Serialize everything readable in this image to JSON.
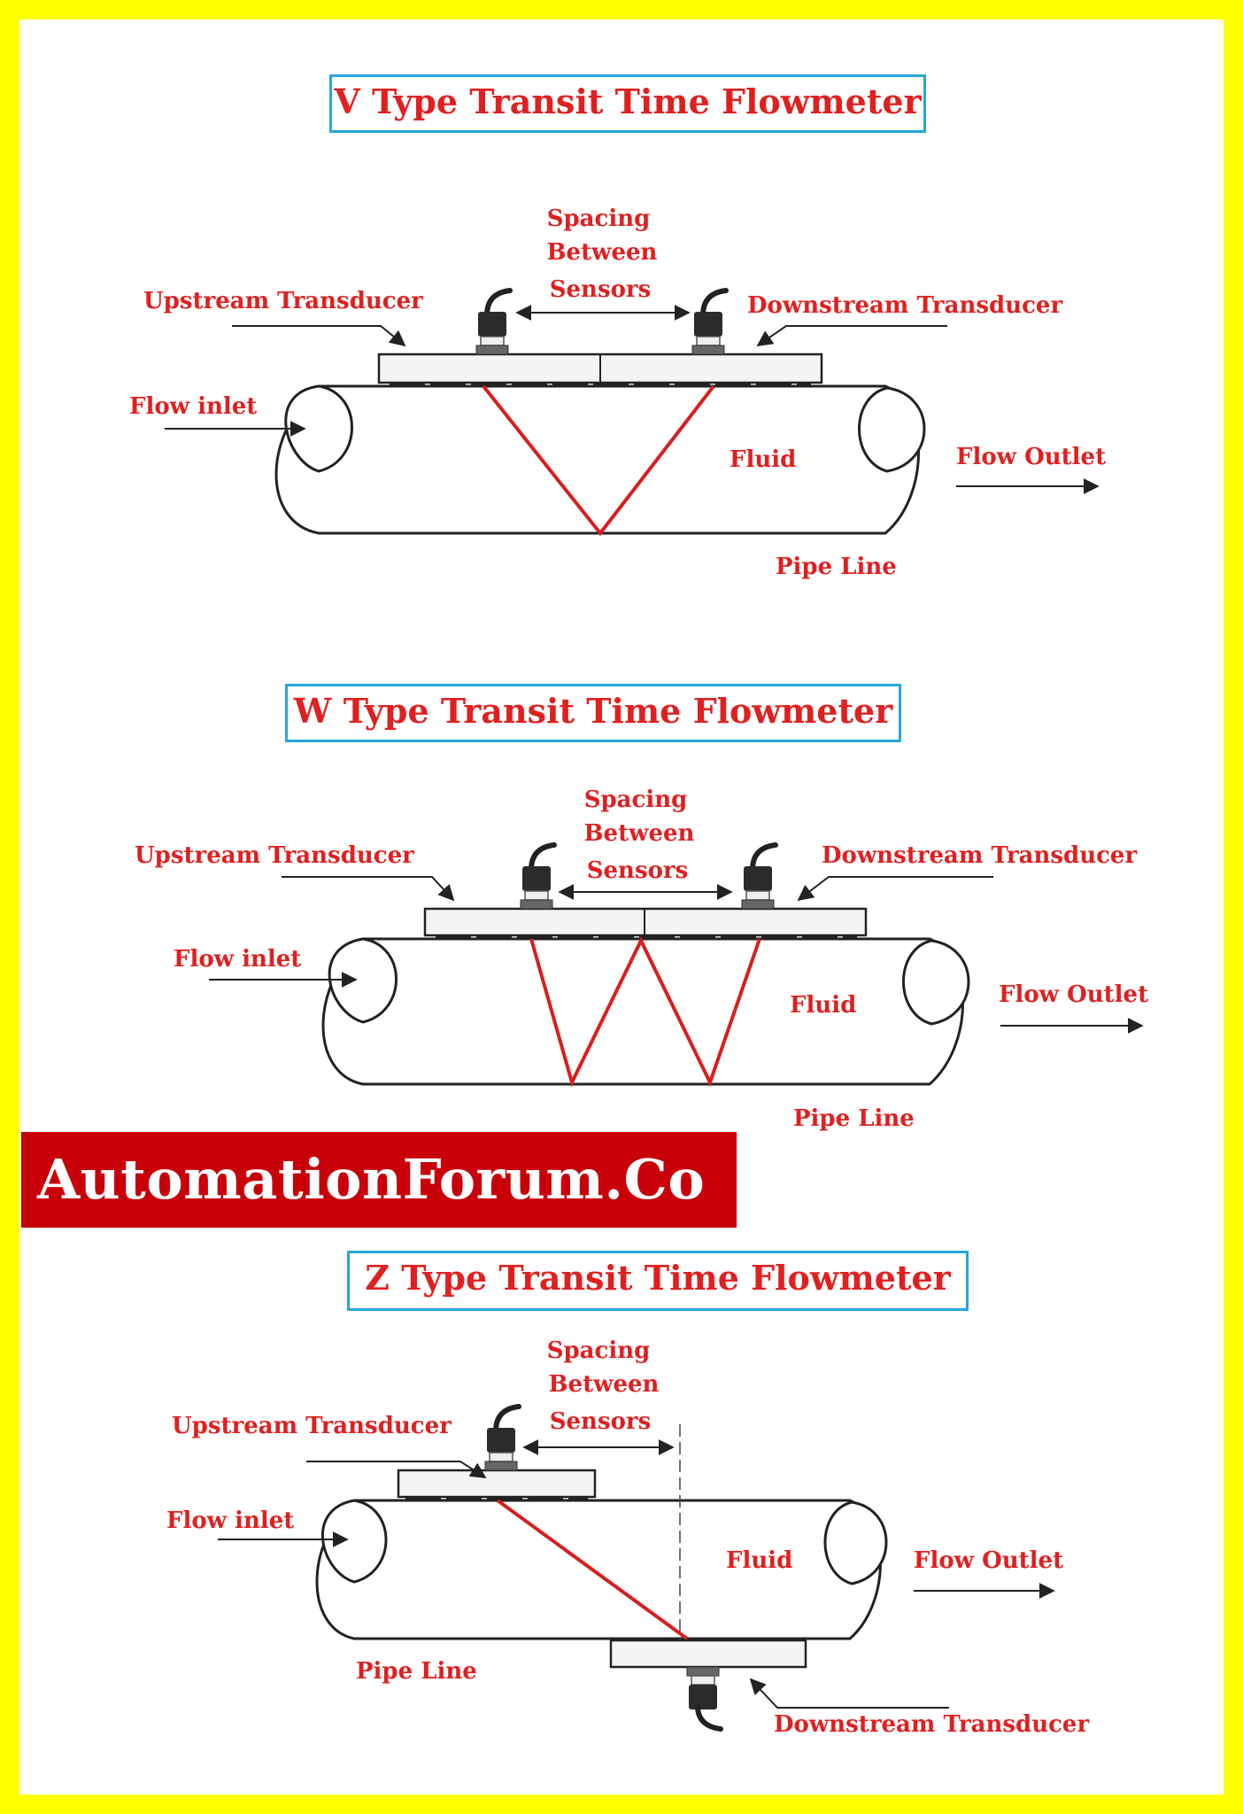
{
  "brand": {
    "text": "AutomationForum.Co"
  },
  "colors": {
    "frame": "#ffff00",
    "label_red": "#e02020",
    "title_border": "#2aa6d8",
    "brand_bg": "#c8000a",
    "beam": "#d81e1e",
    "outline": "#222222"
  },
  "v_type": {
    "title": "V Type Transit Time Flowmeter",
    "upstream": "Upstream Transducer",
    "downstream": "Downstream Transducer",
    "spacing": [
      "Spacing",
      "Between",
      "Sensors"
    ],
    "inlet": "Flow inlet",
    "outlet": "Flow Outlet",
    "fluid": "Fluid",
    "pipe": "Pipe Line"
  },
  "w_type": {
    "title": "W Type Transit Time Flowmeter",
    "upstream": "Upstream Transducer",
    "downstream": "Downstream Transducer",
    "spacing": [
      "Spacing",
      "Between",
      "Sensors"
    ],
    "inlet": "Flow inlet",
    "outlet": "Flow Outlet",
    "fluid": "Fluid",
    "pipe": "Pipe Line"
  },
  "z_type": {
    "title": "Z Type Transit Time Flowmeter",
    "upstream": "Upstream Transducer",
    "downstream": "Downstream Transducer",
    "spacing": [
      "Spacing",
      "Between",
      "Sensors"
    ],
    "inlet": "Flow inlet",
    "outlet": "Flow Outlet",
    "fluid": "Fluid",
    "pipe": "Pipe Line"
  }
}
